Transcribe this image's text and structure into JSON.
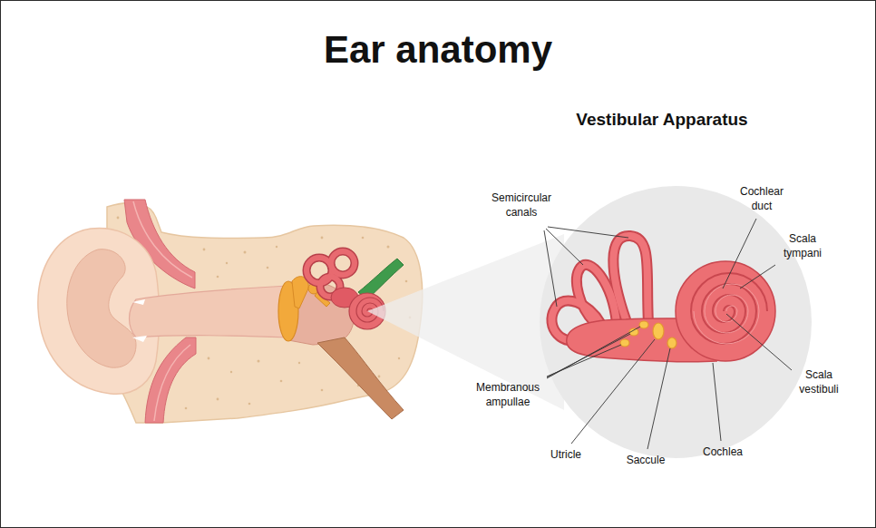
{
  "diagram": {
    "title": "Ear anatomy",
    "labels": [
      "Vestibular Apparatus",
      "Semicircular canals",
      "Cochlear duct",
      "Scala tympani",
      "Membranous ampullae",
      "Utricle",
      "Saccule",
      "Cochlea",
      "Scala vestibuli"
    ]
  }
}
